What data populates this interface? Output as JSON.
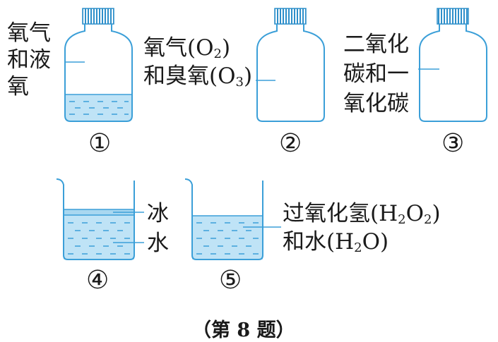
{
  "figure": {
    "items": [
      {
        "id": "1",
        "number": "①",
        "type": "bottle",
        "label_lines": [
          {
            "parts": [
              {
                "t": "氧气"
              }
            ]
          },
          {
            "parts": [
              {
                "t": "和液"
              }
            ]
          },
          {
            "parts": [
              {
                "t": "氧"
              }
            ]
          }
        ]
      },
      {
        "id": "2",
        "number": "②",
        "type": "bottle",
        "label_lines": [
          {
            "parts": [
              {
                "t": "氧气(O"
              },
              {
                "sub": "2"
              },
              {
                "t": ")"
              }
            ]
          },
          {
            "parts": [
              {
                "t": "和臭氧(O"
              },
              {
                "sub": "3"
              },
              {
                "t": ")"
              }
            ]
          }
        ]
      },
      {
        "id": "3",
        "number": "③",
        "type": "bottle",
        "label_lines": [
          {
            "parts": [
              {
                "t": "二氧化"
              }
            ]
          },
          {
            "parts": [
              {
                "t": "碳和一"
              }
            ]
          },
          {
            "parts": [
              {
                "t": "氧化碳"
              }
            ]
          }
        ]
      },
      {
        "id": "4",
        "number": "④",
        "type": "beaker",
        "label_lines": [
          {
            "parts": [
              {
                "t": "冰"
              }
            ]
          },
          {
            "parts": [
              {
                "t": "水"
              }
            ]
          }
        ]
      },
      {
        "id": "5",
        "number": "⑤",
        "type": "beaker",
        "label_lines": [
          {
            "parts": [
              {
                "t": "过氧化氢(H"
              },
              {
                "sub": "2"
              },
              {
                "t": "O"
              },
              {
                "sub": "2"
              },
              {
                "t": ")"
              }
            ]
          },
          {
            "parts": [
              {
                "t": "和水(H"
              },
              {
                "sub": "2"
              },
              {
                "t": "O)"
              }
            ]
          }
        ]
      }
    ],
    "caption": "（第 8 题）",
    "colors": {
      "outline": "#3b9fd8",
      "liquid": "#bfe3f6",
      "dash": "#3b9fd8",
      "cap": "#2e8fca",
      "ice": "#a8d7f0",
      "leader": "#3b9fd8",
      "text": "#1a1a1a"
    }
  }
}
